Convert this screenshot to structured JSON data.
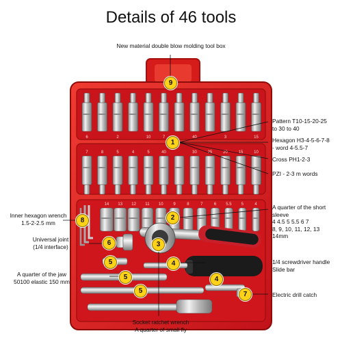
{
  "title": "Details of 46 tools",
  "labels": {
    "top_box": "New material double blow molding tool box",
    "pattern": [
      "Pattern T10-15-20-25",
      "to 30 to 40"
    ],
    "hexagon": [
      "Hexagon H3-4-5-6-7-8",
      "- word 4-5.5-7"
    ],
    "cross": "Cross PH1-2-3",
    "pzi": "PZI - 2-3 m words",
    "inner_hex": [
      "Inner hexagon wrench",
      "1.5-2-2.5 mm"
    ],
    "short_sleeve": [
      "A quarter of the short",
      "sleeve",
      "4 4.5 5 5.5 6 7",
      "8, 9, 10, 11, 12, 13",
      "14mm"
    ],
    "universal": [
      "Universal joint",
      "(1/4 interface)"
    ],
    "jaw": [
      "A quarter of the jaw",
      "50100 elastic 150 mm"
    ],
    "screwdriver": [
      "1/4 screwdriver handle",
      "Slide bar"
    ],
    "drill": "Electric drill catch",
    "ratchet": [
      "Socket ratchet wrench",
      "A quarter of small fly"
    ]
  },
  "badges": [
    "9",
    "1",
    "2",
    "8",
    "6",
    "3",
    "5",
    "4",
    "5",
    "4",
    "5",
    "7"
  ],
  "bit_top_marks": [
    "6",
    "",
    "2",
    "",
    "10",
    "7",
    "",
    "40",
    "",
    "3",
    "",
    "15"
  ],
  "bit_bottom_marks": [
    "7",
    "8",
    "5",
    "4",
    "5",
    "40",
    "",
    "30",
    "25",
    "20",
    "15",
    "10"
  ],
  "socket_marks": [
    "14",
    "13",
    "12",
    "11",
    "10",
    "9",
    "8",
    "7",
    "6",
    "5.5",
    "5",
    "4"
  ],
  "colors": {
    "case_red": "#d81c1c",
    "case_dark": "#9e0f0f",
    "case_light": "#f24a3e",
    "chrome": "#d9d9d9",
    "badge_yellow": "#ffd21a",
    "handle_red": "#c8202a",
    "handle_black": "#1b1b1b"
  }
}
